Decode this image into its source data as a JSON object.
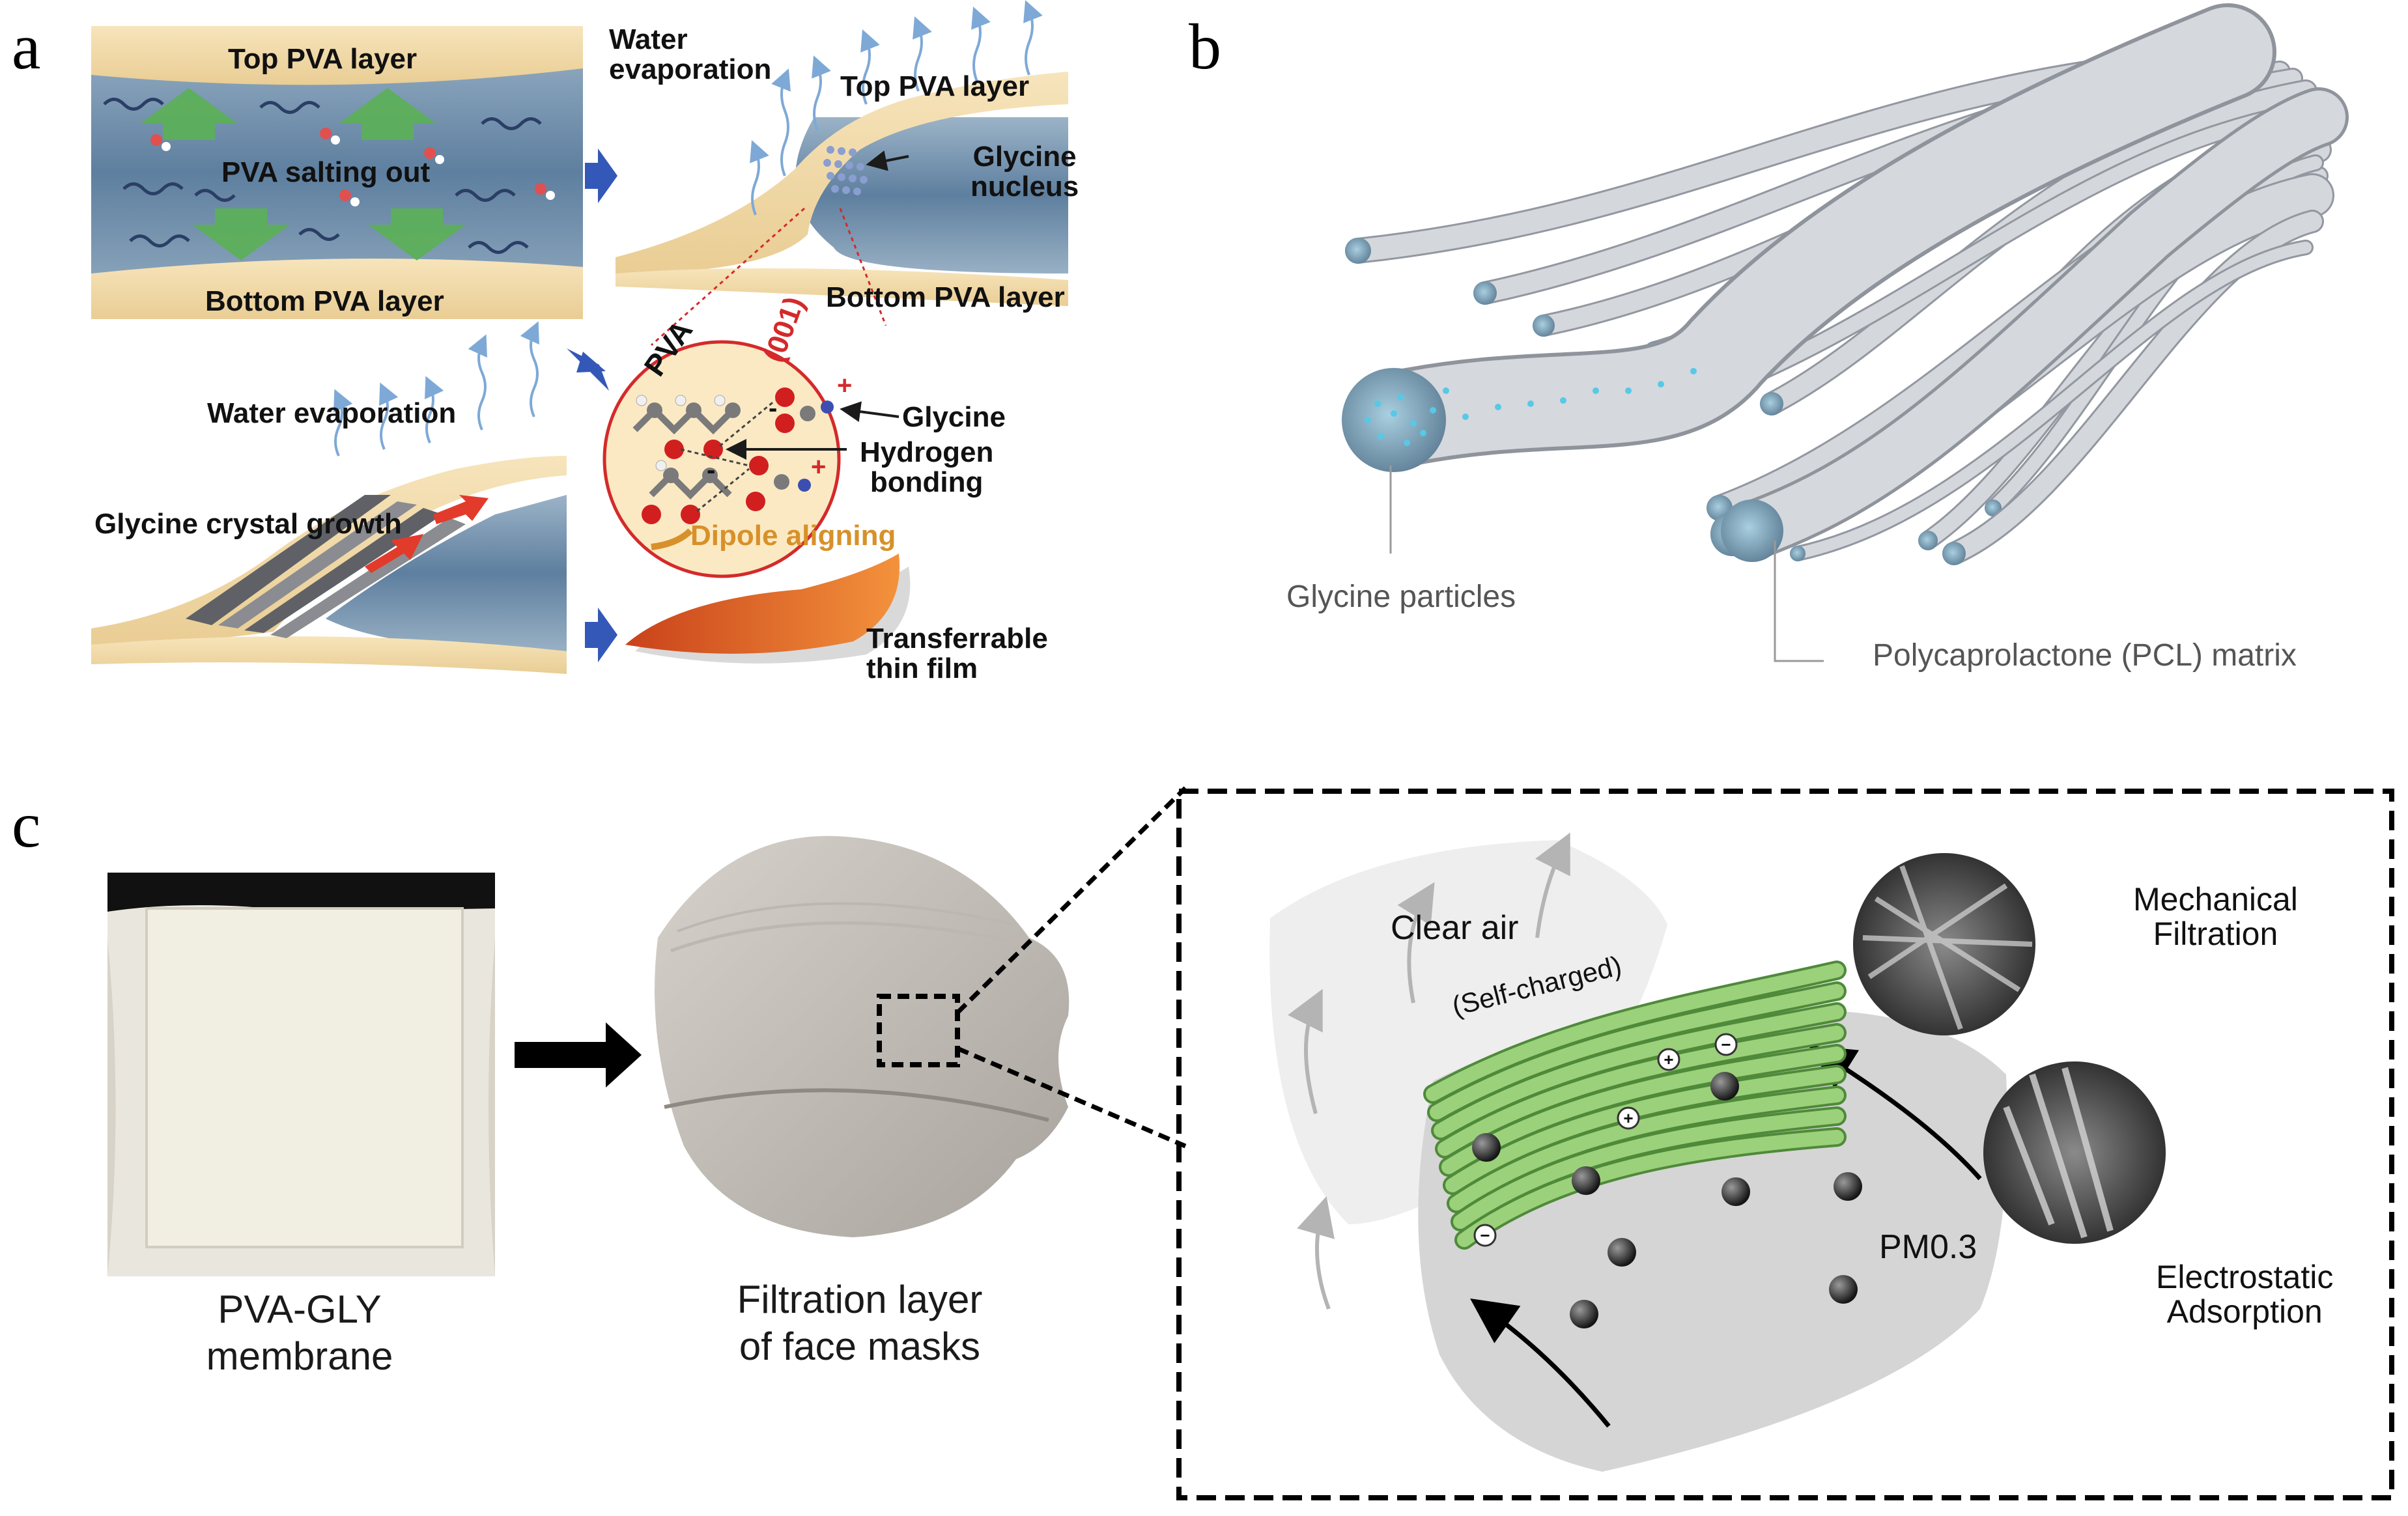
{
  "panels": {
    "a": {
      "letter": "a",
      "top_pva_layer_left": "Top PVA layer",
      "pva_salting_out": "PVA salting out",
      "bottom_pva_layer_left": "Bottom PVA layer",
      "water_evaporation_top_line1": "Water",
      "water_evaporation_top_line2": "evaporation",
      "top_pva_layer_right": "Top PVA layer",
      "glycine_nucleus_line1": "Glycine",
      "glycine_nucleus_line2": "nucleus",
      "bottom_pva_layer_right": "Bottom PVA layer",
      "pva_label": "PVA",
      "plane_label": "(001)",
      "glycine_label": "Glycine",
      "hydrogen_bonding_line1": "Hydrogen",
      "hydrogen_bonding_line2": "bonding",
      "dipole_aligning": "Dipole aligning",
      "water_evaporation_bottom": "Water evaporation",
      "glycine_crystal_growth": "Glycine crystal growth",
      "transferrable_line1": "Transferrable",
      "transferrable_line2": "thin film"
    },
    "b": {
      "letter": "b",
      "glycine_particles": "Glycine particles",
      "pcl_matrix": "Polycaprolactone (PCL) matrix"
    },
    "c": {
      "letter": "c",
      "membrane_line1": "PVA-GLY",
      "membrane_line2": "membrane",
      "filtration_line1": "Filtration layer",
      "filtration_line2": "of face masks",
      "clear_air": "Clear air",
      "self_charged": "(Self-charged)",
      "pm03": "PM0.3",
      "mechanical_line1": "Mechanical",
      "mechanical_line2": "Filtration",
      "electrostatic_line1": "Electrostatic",
      "electrostatic_line2": "Adsorption"
    }
  },
  "colors": {
    "pva_layer": "#f3dcae",
    "solution_blue": "#6f8fac",
    "arrow_blue": "#3458b8",
    "green_arrow": "#5bb055",
    "red_arrow": "#e23b2b",
    "plane_red": "#d42a2a",
    "dipole_orange": "#d7912a",
    "film_orange": "#e8621d",
    "fiber_green": "#8cc66a",
    "fiber_grey": "#c9ccd0",
    "glycine_cyan": "#57c9e6"
  },
  "icons": {
    "next_step_arrow": "blue-right-arrow-icon",
    "back_step_arrow": "blue-left-arrow-icon",
    "process_arrow": "black-right-arrow-icon"
  }
}
